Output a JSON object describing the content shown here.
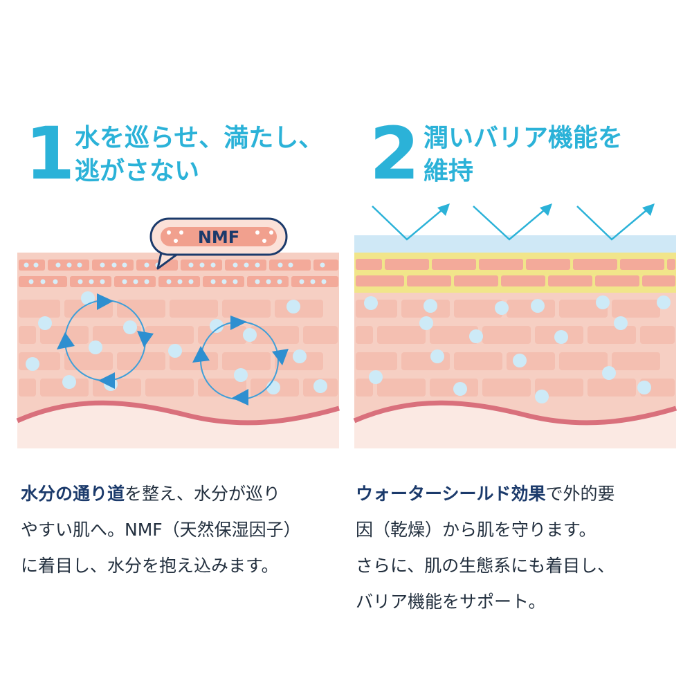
{
  "colors": {
    "accent": "#2bb2d8",
    "navy": "#1b3a6b",
    "skin": "#f6cfc3",
    "brick": "#f3aa9a",
    "dermis_line": "#d9707c",
    "barrier_yellow": "#f1e58a",
    "shield_blue": "#cfe8f6",
    "water_dot": "#cdeaf7",
    "arrow_blue": "#3f9fd8"
  },
  "left": {
    "number": "1",
    "title_line1": "水を巡らせ、満たし、",
    "title_line2": "逃がさない",
    "nmf_label": "NMF",
    "desc": {
      "line1_bold": "水分の通り道",
      "line1_rest": "を整え、水分が巡り",
      "line2": "やすい肌へ。NMF（天然保湿因子）",
      "line3": "に着目し、水分を抱え込みます。"
    }
  },
  "right": {
    "number": "2",
    "title_line1": "潤いバリア機能を",
    "title_line2": "維持",
    "desc": {
      "line1_bold": "ウォーターシールド効果",
      "line1_rest": "で外的要",
      "line2": "因（乾燥）から肌を守ります。",
      "line3": "さらに、肌の生態系にも着目し、",
      "line4": "バリア機能をサポート。"
    }
  }
}
